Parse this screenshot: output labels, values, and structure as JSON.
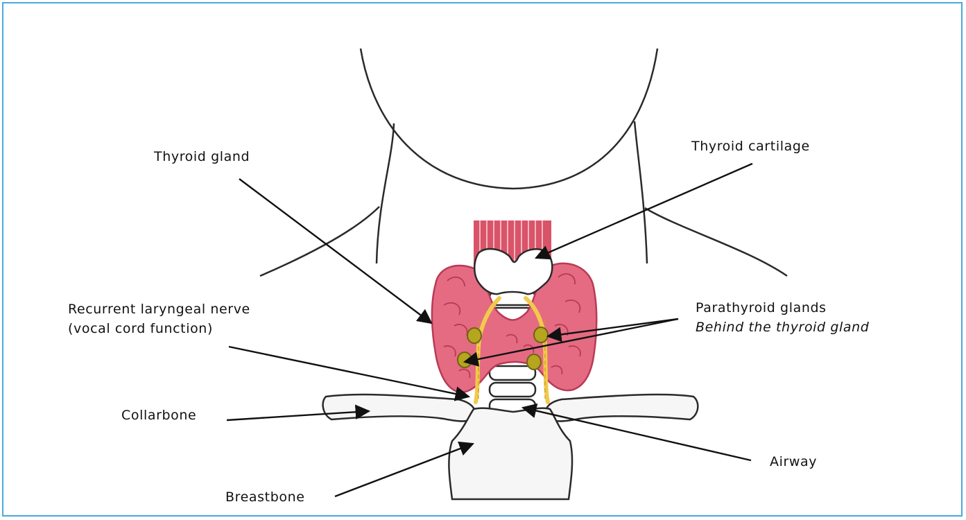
{
  "colors": {
    "border": "#4aa9d9",
    "thyroid_fill": "#e46b82",
    "thyroid_stroke": "#b83a55",
    "muscle": "#d95468",
    "nerve": "#f2c94c",
    "parathyroid": "#b5a51f",
    "outline": "#222222",
    "bone_fill": "#f6f6f6"
  },
  "labels": {
    "thyroid_gland": "Thyroid gland",
    "thyroid_cartilage": "Thyroid cartilage",
    "recurrent_nerve_line1": "Recurrent laryngeal nerve",
    "recurrent_nerve_line2": "(vocal cord function)",
    "parathyroid_line1": "Parathyroid glands",
    "parathyroid_line2": "Behind the thyroid gland",
    "collarbone": "Collarbone",
    "breastbone": "Breastbone",
    "airway": "Airway"
  }
}
